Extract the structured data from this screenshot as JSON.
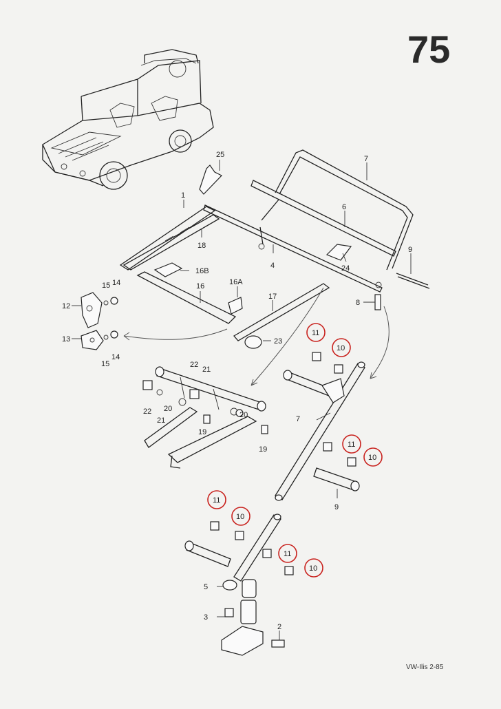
{
  "page_number": "75",
  "footer_code": "VW-Ilis 2-85",
  "accent_color": "#c9231f",
  "callouts": {
    "c1": "1",
    "c2": "2",
    "c3": "3",
    "c4": "4",
    "c5": "5",
    "c6": "6",
    "c7a": "7",
    "c7b": "7",
    "c8": "8",
    "c9a": "9",
    "c9b": "9",
    "c10a": "10",
    "c10b": "10",
    "c10c": "10",
    "c10d": "10",
    "c11a": "11",
    "c11b": "11",
    "c11c": "11",
    "c11d": "11",
    "c12": "12",
    "c13": "13",
    "c14a": "14",
    "c14b": "14",
    "c15a": "15",
    "c15b": "15",
    "c16": "16",
    "c16A": "16A",
    "c16B": "16B",
    "c17": "17",
    "c18": "18",
    "c19a": "19",
    "c19b": "19",
    "c20a": "20",
    "c20b": "20",
    "c21a": "21",
    "c21b": "21",
    "c22a": "22",
    "c22b": "22",
    "c23": "23",
    "c24": "24",
    "c25": "25"
  }
}
